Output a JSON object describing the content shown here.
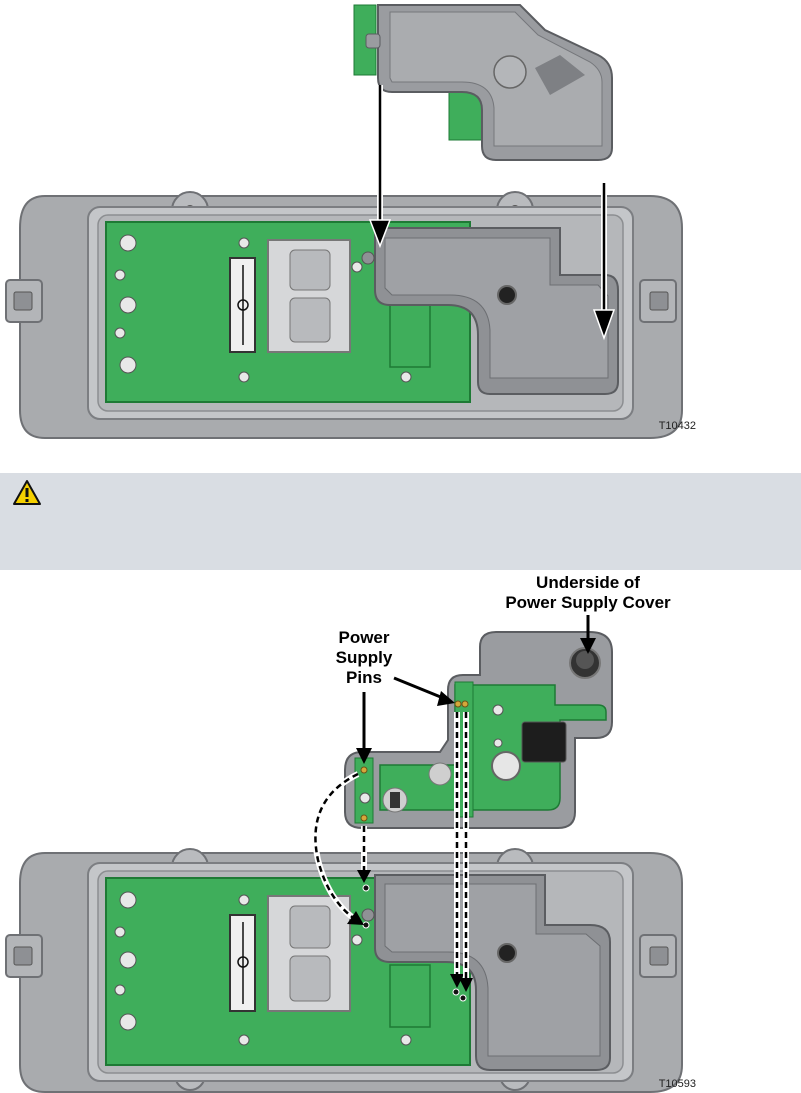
{
  "figures": [
    {
      "id": "T10432"
    },
    {
      "id": "T10593",
      "callouts": {
        "cover_line1": "Underside of",
        "cover_line2": "Power Supply Cover",
        "pins_line1": "Power",
        "pins_line2": "Supply",
        "pins_line3": "Pins"
      }
    }
  ],
  "caution": {
    "icon": "warning-triangle-icon"
  },
  "colors": {
    "housing": "#a9abae",
    "housing_dark": "#7c7e82",
    "board": "#3fae5b",
    "board_dark": "#1e7a35",
    "cover": "#9a9ca0",
    "band": "#d9dde3",
    "caution_yellow": "#f5d000"
  }
}
